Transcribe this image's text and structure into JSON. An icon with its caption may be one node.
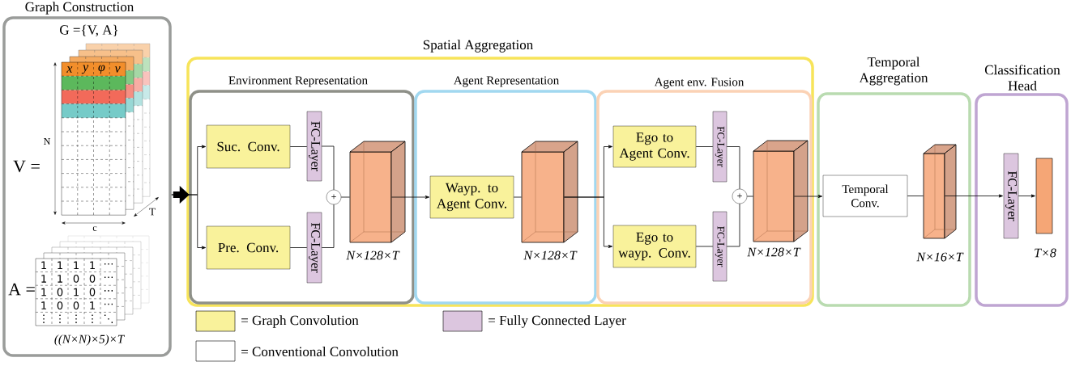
{
  "diagram": {
    "nodes": [
      {
        "text": [
          "Graph Construction",
          "G ={V, A}"
        ]
      },
      {
        "text": [
          "Spatial Aggregation"
        ]
      },
      {
        "text": [
          "Environment Representation"
        ],
        "in": 1
      },
      {
        "text": [
          "Suc. Conv."
        ],
        "in": 2
      },
      {
        "text": [
          "Pre. Conv."
        ],
        "in": 2
      },
      {
        "text": [
          "FC-Layer"
        ],
        "in": 2
      },
      {
        "text": [
          "FC-Layer"
        ],
        "in": 2
      },
      {
        "text": [
          "+"
        ],
        "in": 2
      },
      {
        "text": [],
        "shape": "box",
        "beside": [
          "N×128×T"
        ],
        "in": 2
      },
      {
        "text": [
          "Agent Representation"
        ],
        "in": 1
      },
      {
        "text": [
          "Wayp. to Agent Conv."
        ],
        "in": 9
      },
      {
        "text": [],
        "shape": "box",
        "beside": [
          "N×128×T"
        ],
        "in": 9
      },
      {
        "text": [
          "Agent env. Fusion"
        ],
        "in": 1
      },
      {
        "text": [
          "Ego to Agent Conv."
        ],
        "in": 12
      },
      {
        "text": [
          "Ego to wayp. Conv."
        ],
        "in": 12
      },
      {
        "text": [
          "FC-Layer"
        ],
        "in": 12
      },
      {
        "text": [
          "FC-Layer"
        ],
        "in": 12
      },
      {
        "text": [
          "+"
        ],
        "in": 12
      },
      {
        "text": [],
        "shape": "box",
        "beside": [
          "N×128×T"
        ],
        "in": 12
      },
      {
        "text": [
          "Temporal Aggregation"
        ]
      },
      {
        "text": [
          "Temporal Conv."
        ],
        "in": 19
      },
      {
        "text": [],
        "shape": "box",
        "beside": [
          "N×16×T"
        ],
        "in": 19
      },
      {
        "text": [
          "Classification Head"
        ]
      },
      {
        "text": [
          "FC-Layer"
        ],
        "in": 22
      },
      {
        "text": [],
        "shape": "bar",
        "beside": [
          "T×8"
        ],
        "in": 22
      }
    ],
    "edges": [
      {
        "from": 0,
        "to": 3,
        "arrow": "to"
      },
      {
        "from": 0,
        "to": 4,
        "arrow": "to"
      },
      {
        "from": 3,
        "to": 5,
        "arrow": "none"
      },
      {
        "from": 5,
        "to": 7,
        "arrow": "none"
      },
      {
        "from": 4,
        "to": 6,
        "arrow": "none"
      },
      {
        "from": 6,
        "to": 7,
        "arrow": "none"
      },
      {
        "from": 7,
        "to": 8,
        "arrow": "none"
      },
      {
        "from": 8,
        "to": 10,
        "arrow": "to"
      },
      {
        "from": 10,
        "to": 11,
        "arrow": "none"
      },
      {
        "from": 11,
        "to": 13,
        "arrow": "to"
      },
      {
        "from": 11,
        "to": 14,
        "arrow": "to"
      },
      {
        "from": 13,
        "to": 15,
        "arrow": "none"
      },
      {
        "from": 15,
        "to": 17,
        "arrow": "none"
      },
      {
        "from": 14,
        "to": 16,
        "arrow": "none"
      },
      {
        "from": 16,
        "to": 17,
        "arrow": "none"
      },
      {
        "from": 17,
        "to": 18,
        "arrow": "none"
      },
      {
        "from": 18,
        "to": 20,
        "arrow": "to"
      },
      {
        "from": 20,
        "to": 21,
        "arrow": "none"
      },
      {
        "from": 21,
        "to": 23,
        "arrow": "to"
      },
      {
        "from": 23,
        "to": 24,
        "arrow": "to"
      }
    ],
    "labels": [
      "x",
      "y",
      "φ",
      "v",
      "N",
      "V =",
      "T",
      "c",
      "A =",
      "1",
      "1",
      "1",
      "1",
      "⋯",
      "1",
      "1",
      "0",
      "0",
      "⋯",
      "1",
      "0",
      "1",
      "0",
      "⋯",
      "1",
      "0",
      "0",
      "1",
      "⋯",
      "⋮",
      "⋮",
      "⋮",
      "⋮",
      "⋱",
      "((N×N)×5)×T"
    ],
    "legend": [
      {
        "text": "= Graph Convolution",
        "color": "#f9f29b"
      },
      {
        "text": "= Fully Connected Layer",
        "color": "#dcc6df"
      },
      {
        "text": "= Conventional Convolution"
      }
    ]
  }
}
